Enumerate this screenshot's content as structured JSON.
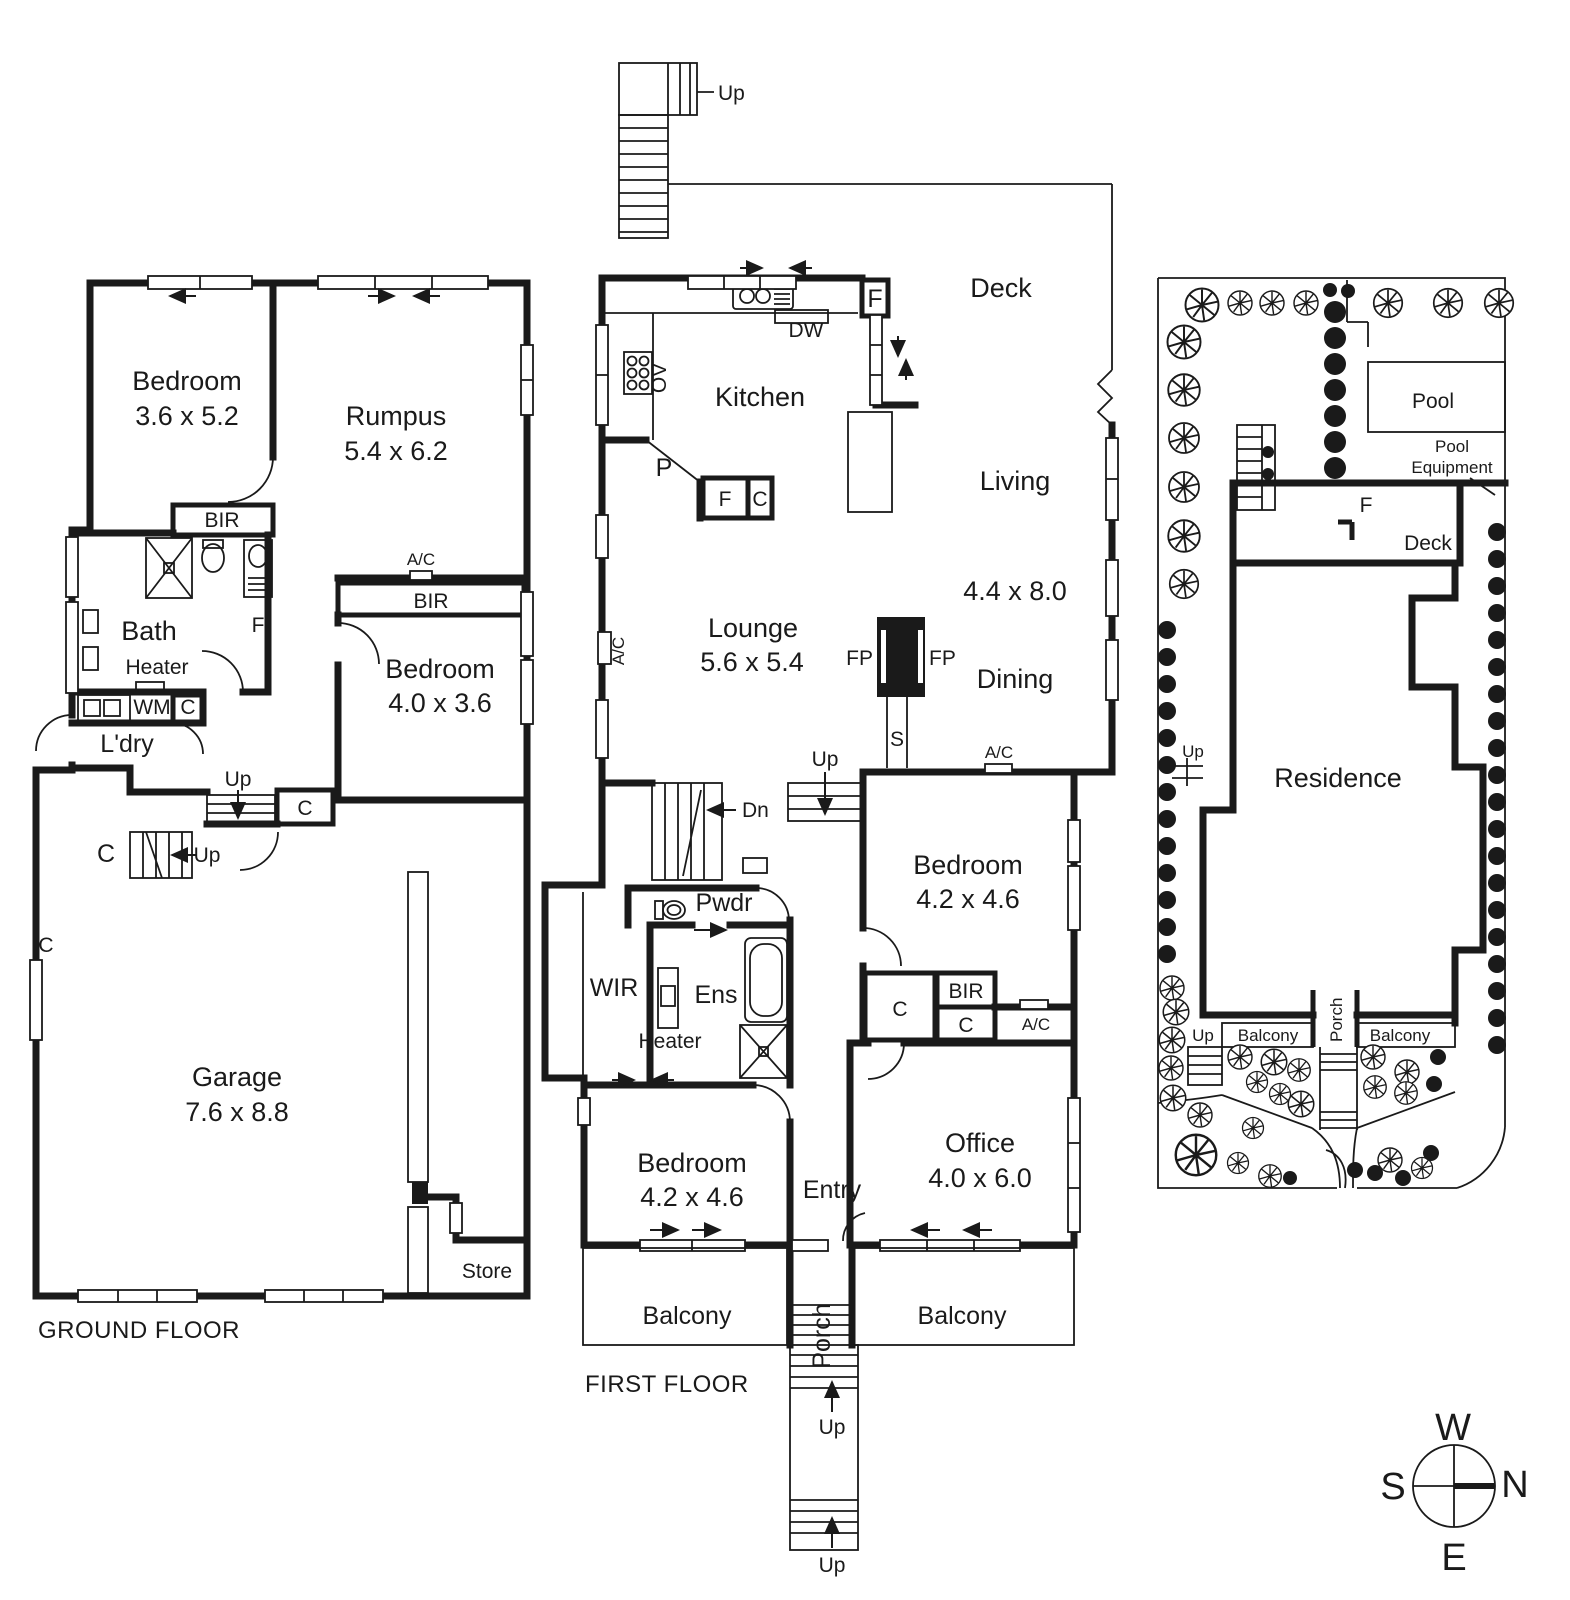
{
  "colors": {
    "ink": "#1a1a1a",
    "paper": "#ffffff"
  },
  "ground_floor": {
    "title": "GROUND FLOOR",
    "bedroom1_name": "Bedroom",
    "bedroom1_dims": "3.6 x 5.2",
    "rumpus_name": "Rumpus",
    "rumpus_dims": "5.4 x 6.2",
    "bir1": "BIR",
    "bath": "Bath",
    "heater": "Heater",
    "wm": "WM",
    "c_laundry": "C",
    "laundry": "L'dry",
    "fridge": "F",
    "bedroom2_name": "Bedroom",
    "bedroom2_dims": "4.0 x 3.6",
    "bir2": "BIR",
    "ac": "A/C",
    "up_hall": "Up",
    "c_hall": "C",
    "c_stairs": "C",
    "up_stairs": "Up",
    "c_wall": "C",
    "garage_name": "Garage",
    "garage_dims": "7.6 x 8.8",
    "store": "Store"
  },
  "first_floor": {
    "title": "FIRST FLOOR",
    "up_top": "Up",
    "deck": "Deck",
    "fridge_top": "F",
    "dishwasher": "DW",
    "oven": "OV",
    "kitchen": "Kitchen",
    "pantry": "P",
    "fridge2": "F",
    "cupboard_kitchen": "C",
    "living": "Living",
    "living_dims": "4.4 x 8.0",
    "dining": "Dining",
    "fp_left": "FP",
    "fp_right": "FP",
    "stove_flue": "S",
    "lounge_name": "Lounge",
    "lounge_dims": "5.6 x 5.4",
    "ac_lounge": "A/C",
    "ac_dining": "A/C",
    "up_deck": "Up",
    "down": "Dn",
    "powder": "Pwdr",
    "wir": "WIR",
    "ensuite": "Ens",
    "heater": "Heater",
    "bedroom3_name": "Bedroom",
    "bedroom3_dims": "4.2 x 4.6",
    "c_bed_a": "C",
    "bir3": "BIR",
    "c_bed_b": "C",
    "ac_bedroom": "A/C",
    "bedroom4_name": "Bedroom",
    "bedroom4_dims": "4.2 x 4.6",
    "entry": "Entry",
    "office_name": "Office",
    "office_dims": "4.0 x 6.0",
    "porch": "Porch",
    "balcony_left": "Balcony",
    "balcony_right": "Balcony",
    "up_steps_mid": "Up",
    "up_steps_bottom": "Up"
  },
  "site_plan": {
    "pool": "Pool",
    "pool_equipment_line1": "Pool",
    "pool_equipment_line2": "Equipment",
    "fridge_deck": "F",
    "deck": "Deck",
    "up_path": "Up",
    "residence": "Residence",
    "up_balcony": "Up",
    "balcony_left": "Balcony",
    "porch": "Porch",
    "balcony_right": "Balcony"
  },
  "compass": {
    "top": "W",
    "left": "S",
    "right": "N",
    "bottom": "E"
  }
}
